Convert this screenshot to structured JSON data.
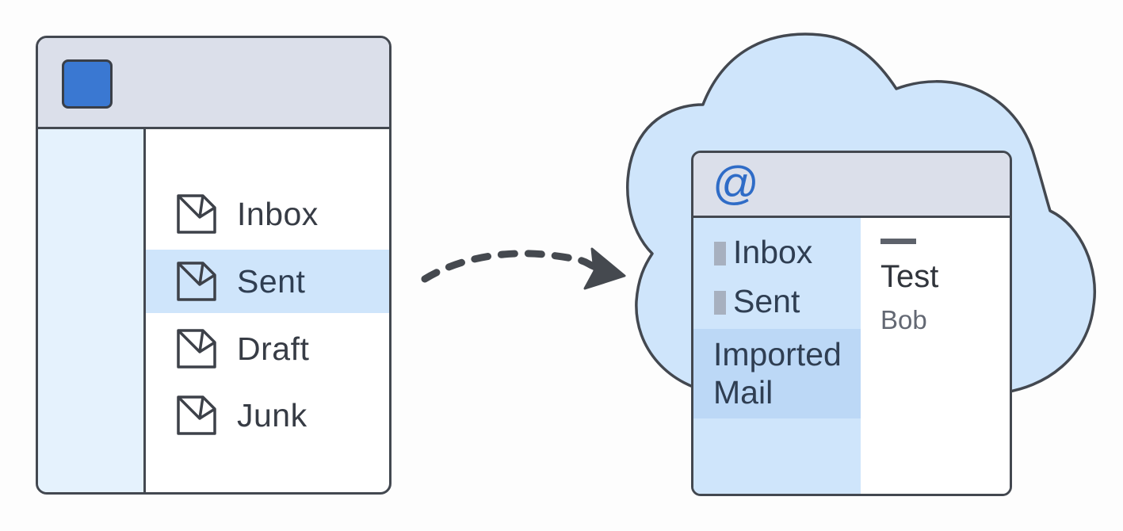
{
  "diagram": {
    "description": "Migrating mail folders from a desktop email client to a cloud webmail account"
  },
  "source_client": {
    "app_icon": "blue-square-app-icon",
    "folders": [
      {
        "label": "Inbox",
        "icon": "envelope-icon",
        "selected": false
      },
      {
        "label": "Sent",
        "icon": "envelope-icon",
        "selected": true
      },
      {
        "label": "Draft",
        "icon": "envelope-icon",
        "selected": false
      },
      {
        "label": "Junk",
        "icon": "envelope-icon",
        "selected": false
      }
    ]
  },
  "arrow": {
    "style": "dashed",
    "direction": "left-to-right",
    "icon": "dashed-arrow-icon"
  },
  "cloud_service": {
    "app_icon_glyph": "@",
    "folders": [
      {
        "label": "Inbox",
        "selected": false
      },
      {
        "label": "Sent",
        "selected": false
      },
      {
        "label": "Imported Mail",
        "line1": "Imported",
        "line2": "Mail",
        "selected": true
      }
    ],
    "message_preview": {
      "subject": "Test",
      "sender": "Bob"
    }
  },
  "colors": {
    "accent_blue": "#3a78d2",
    "at_symbol_blue": "#2f6cc7",
    "cloud_fill": "#cfe5fb",
    "titlebar": "#dbdfea",
    "selection": "#cfe5fb",
    "outline": "#434850"
  }
}
